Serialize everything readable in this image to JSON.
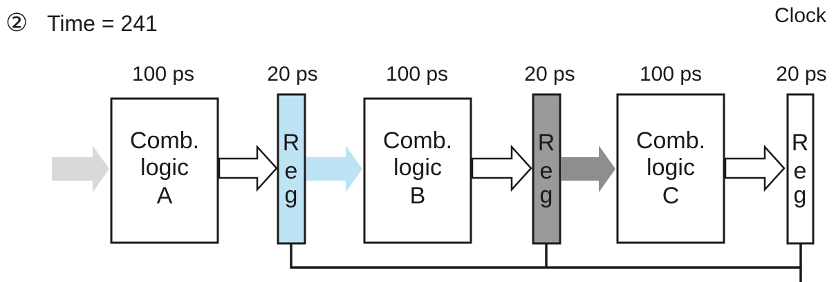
{
  "header": {
    "stage_marker": "②",
    "time_label": "Time = 241",
    "clock_label": "Clock"
  },
  "stages": [
    {
      "delay": "100 ps",
      "line1": "Comb.",
      "line2": "logic",
      "line3": "A"
    },
    {
      "delay": "100 ps",
      "line1": "Comb.",
      "line2": "logic",
      "line3": "B"
    },
    {
      "delay": "100 ps",
      "line1": "Comb.",
      "line2": "logic",
      "line3": "C"
    }
  ],
  "registers": [
    {
      "delay": "20 ps",
      "letters": [
        "R",
        "e",
        "g"
      ],
      "fill": "#bde3f5"
    },
    {
      "delay": "20 ps",
      "letters": [
        "R",
        "e",
        "g"
      ],
      "fill": "#9a9a9c"
    },
    {
      "delay": "20 ps",
      "letters": [
        "R",
        "e",
        "g"
      ],
      "fill": "#ffffff"
    }
  ],
  "colors": {
    "input_arrow": "#d9d9d9",
    "reg_a_to_b_arrow": "#bde3f5",
    "reg_b_to_c_arrow": "#8e8e90",
    "outline": "#1a1a1a"
  }
}
